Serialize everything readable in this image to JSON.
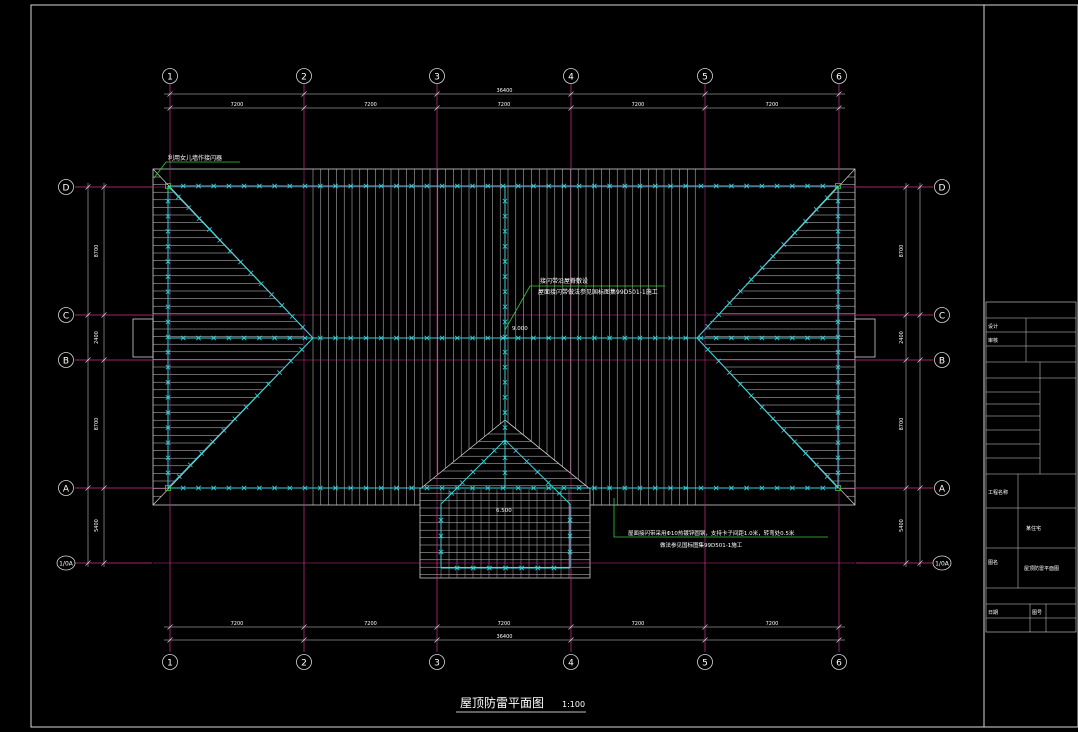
{
  "drawing": {
    "title": "屋顶防雷平面图",
    "scale": "1:100",
    "colors": {
      "background": "#000000",
      "frame": "#d8d8d8",
      "axis": "#d6338f",
      "roof": "#cfcfcf",
      "lightning": "#35d3dc",
      "leader": "#39d039",
      "label": "#ffffff"
    }
  },
  "axes": {
    "vertical": [
      "1",
      "2",
      "3",
      "4",
      "5",
      "6"
    ],
    "horizontal": [
      "D",
      "C",
      "B",
      "A",
      "1/0A"
    ]
  },
  "dimensions": {
    "overall": "36400",
    "bays": [
      "7200",
      "7200",
      "7200",
      "7200",
      "7200"
    ],
    "left_vertical": [
      "8700",
      "2400",
      "8700",
      "5400"
    ],
    "right_vertical": [
      "8700",
      "2400",
      "8700",
      "5400"
    ]
  },
  "annotations": {
    "note_top_left": "利用女儿墙作接闪器",
    "note_ridge_1": "接闪带沿屋脊敷设",
    "note_ridge_2": "屋面接闪带做法参见国标图集99D501-1施工",
    "note_down_1": "屋面接闪带采用Φ10热镀锌圆钢，支持卡子间距1.0米，转弯处0.5米",
    "note_down_2": "做法参见国标图集99D501-1施工",
    "elevation_ridge": "9.000",
    "elevation_porch": "6.500"
  },
  "title_block": {
    "project_label": "工程名称",
    "project_value": "某住宅",
    "sheet_label": "图名",
    "sheet_value": "屋顶防雷平面图",
    "design_label": "设计",
    "check_label": "审核",
    "date_label": "日期",
    "number_label": "图号"
  }
}
